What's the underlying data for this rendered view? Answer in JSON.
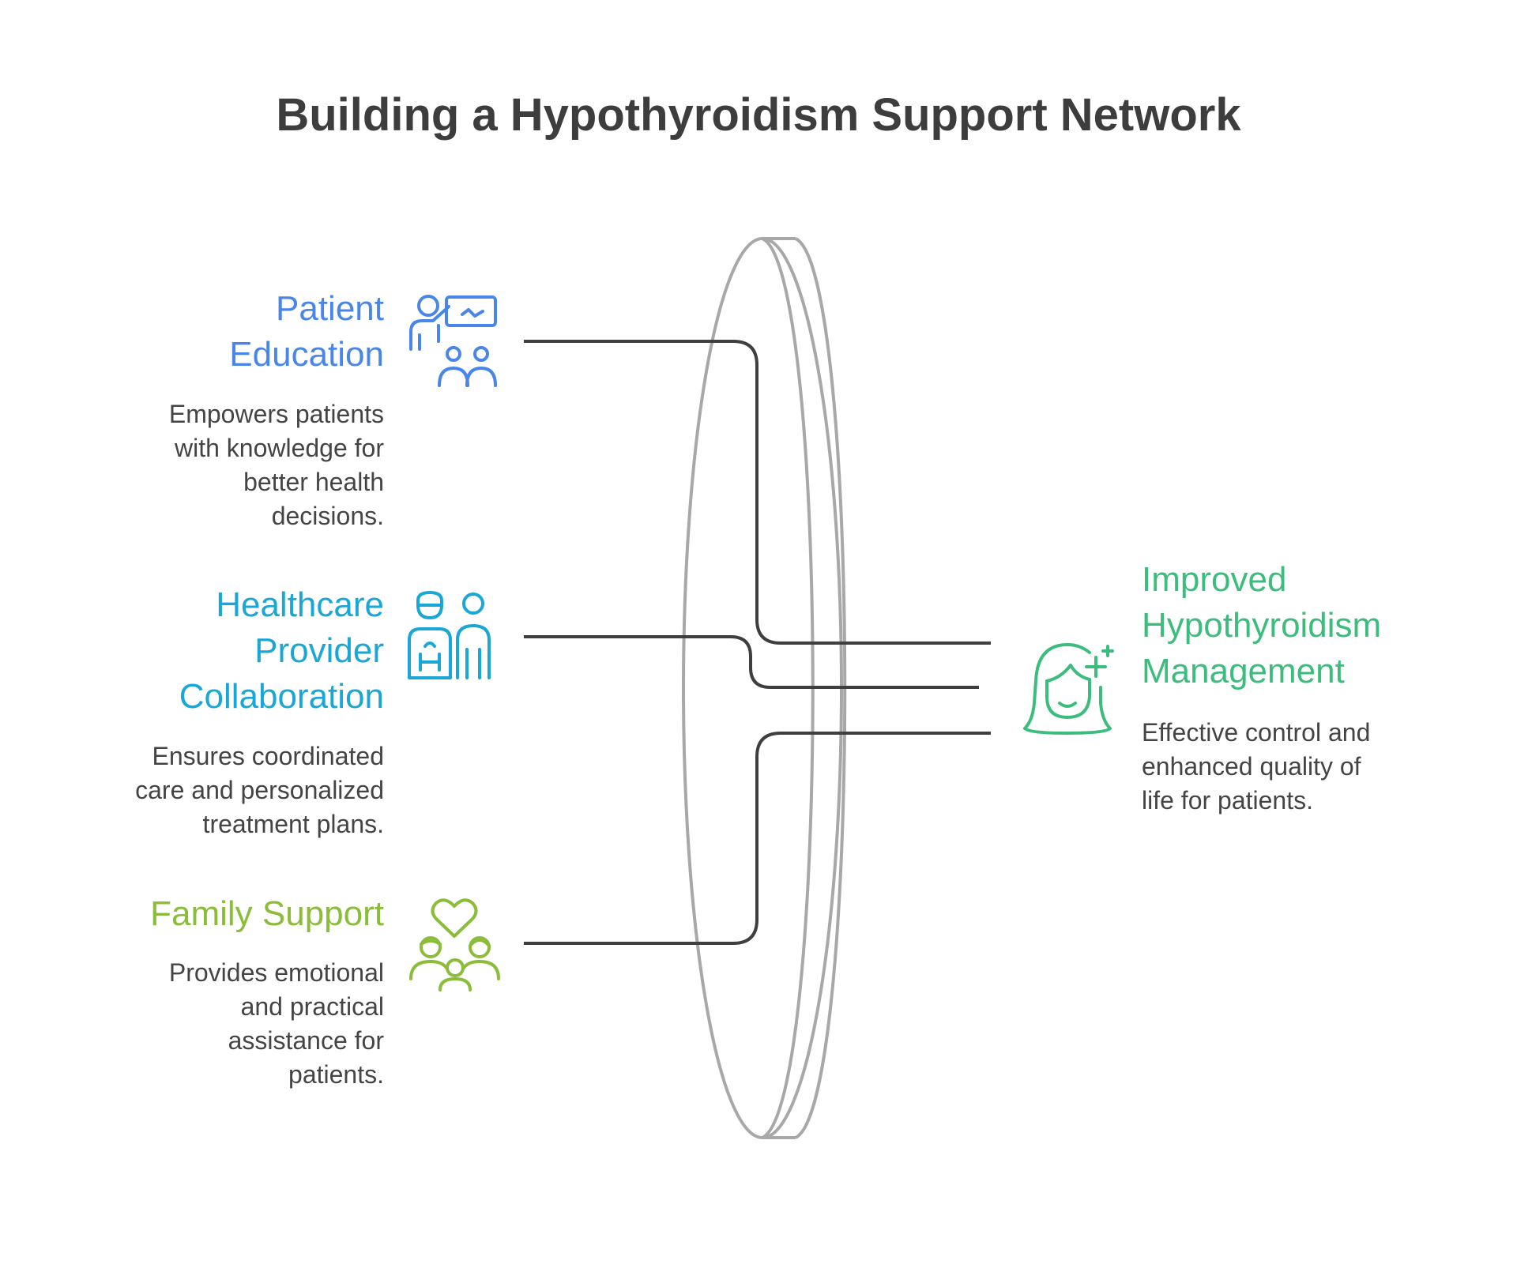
{
  "title": "Building a Hypothyroidism Support Network",
  "colors": {
    "patient_education": "#4a86e8",
    "healthcare_collaboration": "#1aa7d6",
    "family_support": "#8bbc3a",
    "outcome": "#3dbd7d",
    "connector": "#3f3f3f",
    "lens": "#a8a8a8",
    "text": "#444444"
  },
  "inputs": [
    {
      "heading_line1": "Patient",
      "heading_line2": "Education",
      "desc_lines": [
        "Empowers patients",
        "with knowledge for",
        "better health",
        "decisions."
      ],
      "icon": "teacher-students-icon"
    },
    {
      "heading_line1": "Healthcare",
      "heading_line2": "Provider",
      "heading_line3": "Collaboration",
      "desc_lines": [
        "Ensures coordinated",
        "care and personalized",
        "treatment plans."
      ],
      "icon": "doctor-patient-icon"
    },
    {
      "heading_line1": "Family Support",
      "desc_lines": [
        "Provides emotional",
        "and practical",
        "assistance for",
        "patients."
      ],
      "icon": "family-heart-icon"
    }
  ],
  "outcome": {
    "heading_line1": "Improved",
    "heading_line2": "Hypothyroidism",
    "heading_line3": "Management",
    "desc_lines": [
      "Effective control and",
      "enhanced quality of",
      "life for patients."
    ],
    "icon": "happy-woman-icon"
  }
}
